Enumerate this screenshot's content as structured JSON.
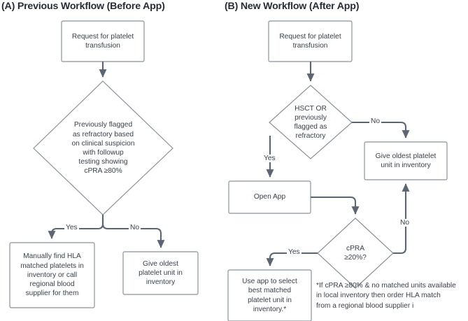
{
  "figure": {
    "panels": [
      {
        "id": "A",
        "title": "(A) Previous Workflow (Before App)",
        "nodes": [
          {
            "id": "a1",
            "shape": "box",
            "text": "Request for platelet\ntransfusion"
          },
          {
            "id": "a2",
            "shape": "diamond",
            "text": "Previously flagged\nas refractory based\non clinical suspicion\nwith followup\ntesting showing\ncPRA ≥80%"
          },
          {
            "id": "a3",
            "shape": "box",
            "text": "Manually find HLA\nmatched platelets in\ninventory or call\nregional blood\nsupplier for them"
          },
          {
            "id": "a4",
            "shape": "box",
            "text": "Give oldest\nplatelet unit in\ninventory"
          }
        ],
        "edge_labels": [
          {
            "id": "a-yes",
            "text": "Yes"
          },
          {
            "id": "a-no",
            "text": "No"
          }
        ]
      },
      {
        "id": "B",
        "title": "(B) New Workflow (After App)",
        "nodes": [
          {
            "id": "b1",
            "shape": "box",
            "text": "Request for platelet\ntransfusion"
          },
          {
            "id": "b2",
            "shape": "diamond",
            "text": "HSCT OR\npreviously\nflagged as\nrefractory"
          },
          {
            "id": "b3",
            "shape": "box",
            "text": "Give oldest platelet\nunit in inventory"
          },
          {
            "id": "b4",
            "shape": "box",
            "text": "Open App"
          },
          {
            "id": "b5",
            "shape": "diamond",
            "text": "cPRA\n≥20%?"
          },
          {
            "id": "b6",
            "shape": "box",
            "text": "Use app to select\nbest matched\nplatelet unit in\ninventory.*"
          }
        ],
        "edge_labels": [
          {
            "id": "b-no-top",
            "text": "No"
          },
          {
            "id": "b-yes-left",
            "text": "Yes"
          },
          {
            "id": "b-no-right",
            "text": "No"
          },
          {
            "id": "b-yes-bot",
            "text": "Yes"
          }
        ],
        "footnote": "*If cPRA ≥80% & no matched units available\nin local inventory then order HLA match\nfrom a regional blood supplier i"
      }
    ],
    "colors": {
      "box_border": "#8b919c",
      "connector": "#5c6574",
      "text": "#3a404b",
      "title": "#272c36",
      "background": "#ffffff"
    }
  }
}
